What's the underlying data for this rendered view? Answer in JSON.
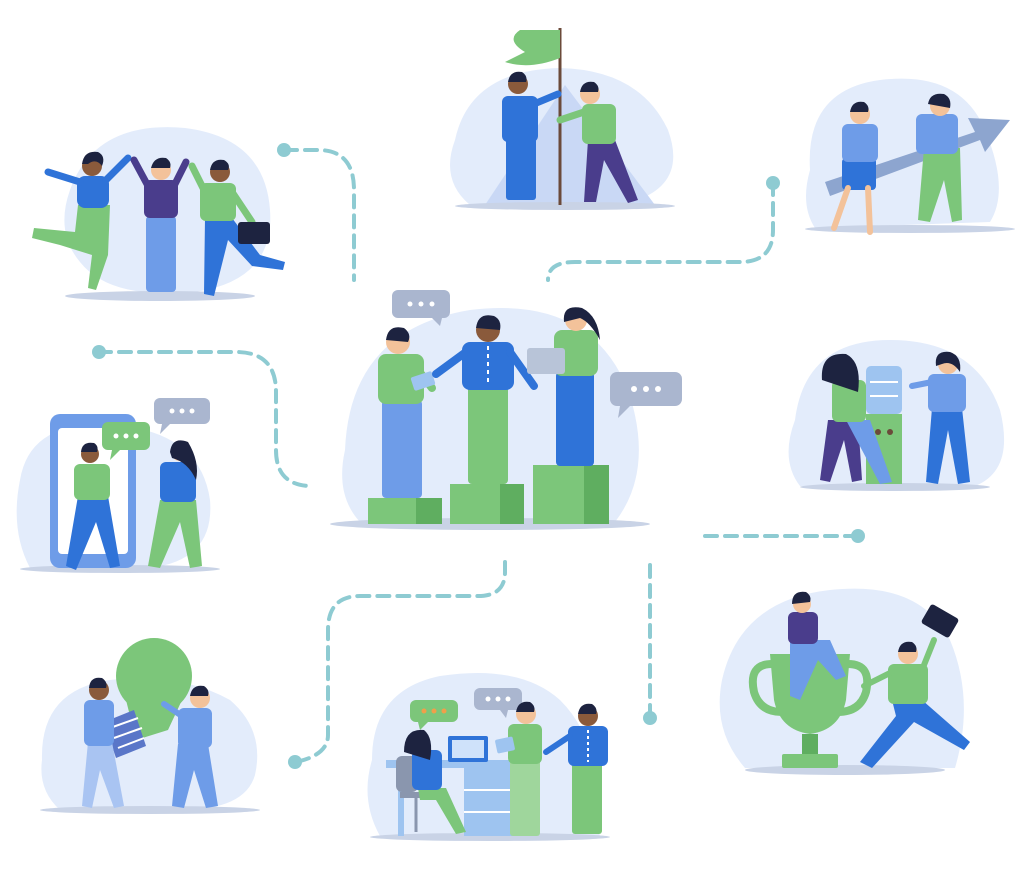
{
  "illustration": {
    "palette": {
      "blob": "#e3ecfb",
      "green": "#7cc67a",
      "green_dark": "#5fae60",
      "blue": "#2f73d8",
      "blue_light": "#6e9ce8",
      "purple": "#4a3d8c",
      "skin_light": "#f3c29a",
      "skin_dark": "#8a5a3b",
      "hair": "#1d2340",
      "connector": "#8ecbd2",
      "bubble": "#aab6cf",
      "bubble_green": "#7cc67a",
      "shadow": "#c9d3e6",
      "dot_orange": "#f0a04a"
    },
    "scenes": [
      {
        "id": "team-celebration",
        "icon": "team-cheering-icon"
      },
      {
        "id": "goal-flag",
        "icon": "flag-icon"
      },
      {
        "id": "growth-arrow",
        "icon": "arrow-up-icon"
      },
      {
        "id": "mobile-chat",
        "icon": "smartphone-icon"
      },
      {
        "id": "podium-meeting",
        "icon": "podium-icon"
      },
      {
        "id": "water-cooler-talk",
        "icon": "water-cooler-icon"
      },
      {
        "id": "idea-lightbulb",
        "icon": "lightbulb-icon"
      },
      {
        "id": "office-desk",
        "icon": "desk-icon"
      },
      {
        "id": "trophy-win",
        "icon": "trophy-icon"
      }
    ]
  }
}
